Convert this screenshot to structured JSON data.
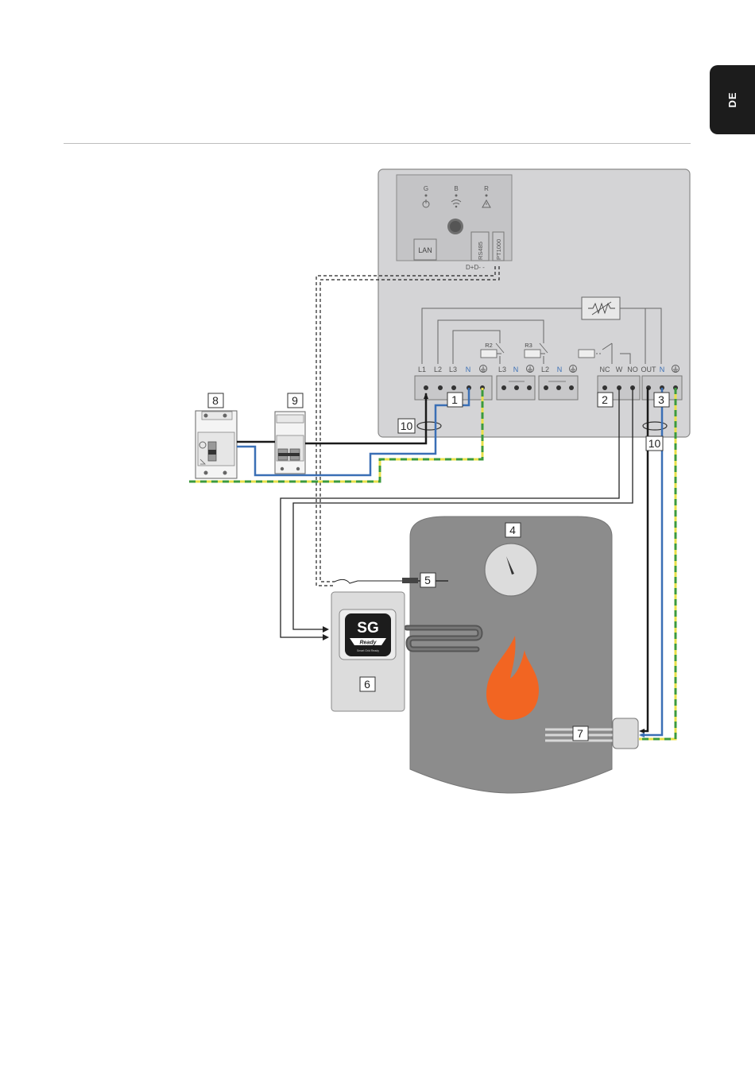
{
  "language_tab": "DE",
  "device": {
    "led_labels": [
      "G",
      "B",
      "R"
    ],
    "lan_label": "LAN",
    "rs485_label": "RS485",
    "pt1000_label": "PT1000",
    "rs485_pins": "D+D- -",
    "relay_r2": "R2",
    "relay_r3": "R3",
    "terminal_labels_1": [
      "L1",
      "L2",
      "L3",
      "N"
    ],
    "terminal_labels_2": [
      "L3",
      "N"
    ],
    "terminal_labels_3": [
      "L2",
      "N"
    ],
    "terminal_labels_4": [
      "NC",
      "W",
      "NO"
    ],
    "terminal_labels_5": [
      "OUT",
      "N"
    ]
  },
  "callouts": {
    "c1": "1",
    "c2": "2",
    "c3": "3",
    "c4": "4",
    "c5": "5",
    "c6": "6",
    "c7": "7",
    "c8": "8",
    "c9": "9",
    "c10a": "10",
    "c10b": "10"
  },
  "sg_logo": {
    "big": "SG",
    "small": "Ready",
    "tiny": "Smart Grid Ready"
  },
  "colors": {
    "device": "#d4d4d6",
    "tank": "#8c8c8c",
    "phase": "#1a1a1a",
    "neutral": "#3a6fb5",
    "earth_green": "#3c9a3c",
    "earth_yellow": "#e8e04a",
    "flame": "#f26522"
  }
}
